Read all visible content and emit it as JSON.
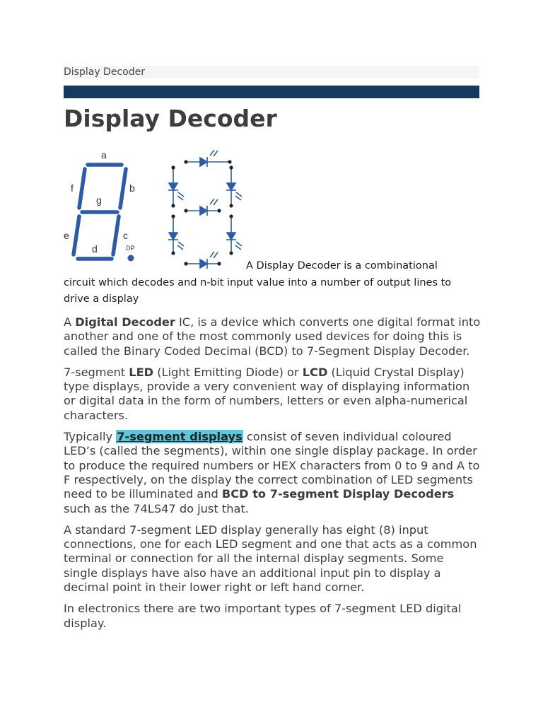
{
  "breadcrumb": {
    "label": "Display Decoder"
  },
  "colors": {
    "accent_bar": "#163a5f",
    "segment_blue": "#2a5caa",
    "link_highlight": "#5bc7dc"
  },
  "title": "Display Decoder",
  "figure": {
    "segment_labels": {
      "a": "a",
      "b": "b",
      "c": "c",
      "d": "d",
      "e": "e",
      "f": "f",
      "g": "g",
      "dp": "DP"
    },
    "icons": [
      "seven-segment-icon",
      "led-diode-icon"
    ]
  },
  "caption": {
    "line1": "A Display Decoder is a combinational",
    "line2": "circuit which decodes and n-bit input value into a number of output lines to",
    "line3": "drive a display"
  },
  "paragraphs": {
    "p1": {
      "t1": "A ",
      "b1": "Digital Decoder",
      "t2": " IC, is a device which converts one digital format into another and one of the most commonly used devices for doing this is called the Binary Coded Decimal (BCD) to 7-Segment Display Decoder."
    },
    "p2": {
      "t1": "7-segment ",
      "b1": "LED",
      "t2": " (Light Emitting Diode) or ",
      "b2": "LCD",
      "t3": " (Liquid Crystal Display) type displays, provide a very convenient way of displaying information or digital data in the form of numbers, letters or even alpha-numerical characters."
    },
    "p3": {
      "t1": "Typically ",
      "link": "7-segment displays",
      "t2": " consist of seven individual coloured LED’s (called the segments), within one single display package. In order to produce the required numbers or HEX characters from 0 to 9 and A to F respectively, on the display the correct combination of LED segments need to be illuminated and ",
      "b1": "BCD to 7-segment Display Decoders",
      "t3": " such as the 74LS47 do just that."
    },
    "p4": {
      "t1": "A standard 7-segment LED display generally has eight (8) input connections, one for each LED segment and one that acts as a common terminal or connection for all the internal display segments. Some single displays have also have an additional input pin to display a decimal point in their lower right or left hand corner."
    },
    "p5": {
      "t1": "In electronics there are two important types of 7-segment LED digital display."
    }
  }
}
